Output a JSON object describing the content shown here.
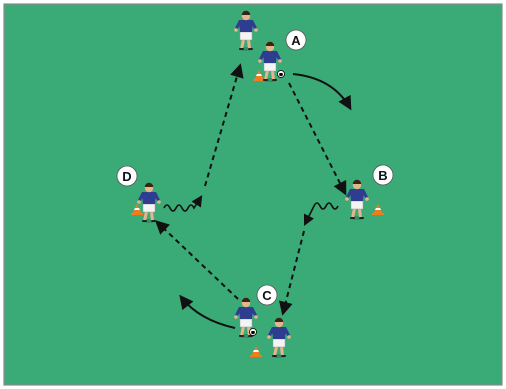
{
  "diagram": {
    "colors": {
      "field": "#3aaa77",
      "border": "#8a8a8a",
      "line": "#111111",
      "shirt": "#2e3d8f",
      "shorts": "#f4f4f4",
      "skin": "#e8b48c",
      "hair": "#3a2414",
      "cone_orange": "#f07c1e",
      "cone_white": "#ffffff"
    },
    "labels": [
      {
        "id": "A",
        "text": "A"
      },
      {
        "id": "B",
        "text": "B"
      },
      {
        "id": "C",
        "text": "C"
      },
      {
        "id": "D",
        "text": "D"
      }
    ],
    "icons": [
      "player-figure",
      "training-cone",
      "soccer-ball",
      "dashed-run-arrow",
      "wavy-dribble-arrow",
      "curved-pass-arrow"
    ]
  }
}
